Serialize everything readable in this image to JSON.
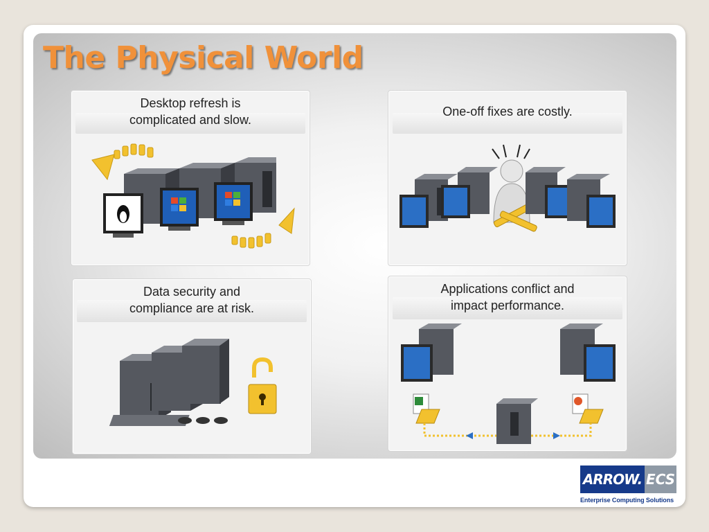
{
  "slide": {
    "title": "The Physical World"
  },
  "panels": [
    {
      "caption_line1": "Desktop refresh is",
      "caption_line2": "complicated and slow."
    },
    {
      "caption_line1": "One-off fixes are costly.",
      "caption_line2": ""
    },
    {
      "caption_line1": "Data security and",
      "caption_line2": "compliance are at risk."
    },
    {
      "caption_line1": "Applications conflict and",
      "caption_line2": "impact performance."
    }
  ],
  "logo": {
    "brand": "ARROW.",
    "suffix": "ECS",
    "tagline": "Enterprise Computing Solutions"
  },
  "icons": {
    "panel1": [
      "refresh-arrow-icon",
      "server-icon",
      "linux-monitor-icon",
      "windows-monitor-icon"
    ],
    "panel2": [
      "technician-icon",
      "server-icon",
      "monitor-icon",
      "wrench-icon"
    ],
    "panel3": [
      "server-icon",
      "disk-array-icon",
      "padlock-icon"
    ],
    "panel4": [
      "workstation-icon",
      "excel-file-icon",
      "powerpoint-file-icon",
      "folder-icon",
      "server-icon"
    ]
  },
  "colors": {
    "title": "#f0913a",
    "brand_blue": "#163a8a",
    "brand_gray": "#8f9aa6",
    "server_dark": "#4a4d55",
    "screen_blue": "#2b6fc5",
    "accent_yellow": "#f2c12e"
  }
}
